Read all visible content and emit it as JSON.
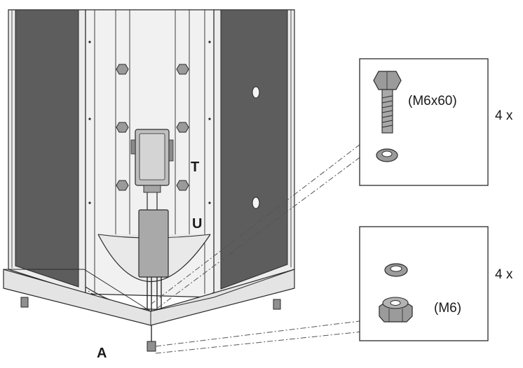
{
  "labels": {
    "part_t": "T",
    "part_u": "U",
    "part_a": "A"
  },
  "callouts": [
    {
      "spec": "(M6x60)",
      "quantity": "4 x",
      "parts": [
        "hex-bolt",
        "flat-washer"
      ]
    },
    {
      "spec": "(M6)",
      "quantity": "4 x",
      "parts": [
        "flat-washer",
        "hex-nut"
      ]
    }
  ],
  "colors": {
    "panel_dark": "#5d5d5d",
    "frame": "#ececec",
    "line": "#2a2a2a"
  }
}
